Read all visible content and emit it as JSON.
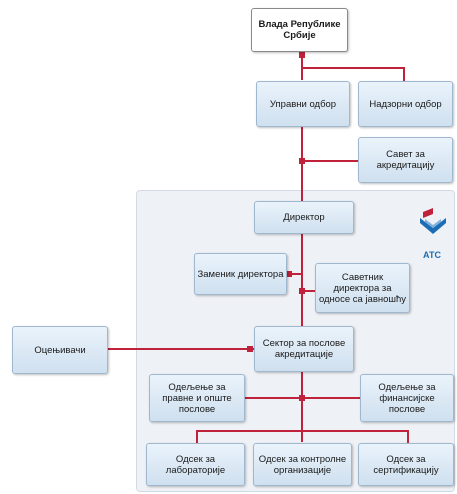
{
  "org_chart": {
    "government": "Влада Републике Србије",
    "board": "Управни одбор",
    "supervisory_board": "Надзорни одбор",
    "accreditation_council": "Савет за акредитацију",
    "director": "Директор",
    "deputy_director": "Заменик директора",
    "advisor": "Саветник директора за односе са јавношћу",
    "accreditation_sector": "Сектор за послове акредитације",
    "assessors": "Оцењивачи",
    "legal_dept": "Одељење за правне и опште послове",
    "finance_dept": "Одељење за финансијске послове",
    "lab_section": "Одсек за лабораторије",
    "control_section": "Одсек за контролне организације",
    "cert_section": "Одсек за сертификацију"
  },
  "logo": {
    "text": "АТС",
    "colors": {
      "red": "#c0223b",
      "blue": "#1c6db4"
    }
  },
  "colors": {
    "connector": "#c0223b",
    "node_fill": "#dbe8f4"
  }
}
